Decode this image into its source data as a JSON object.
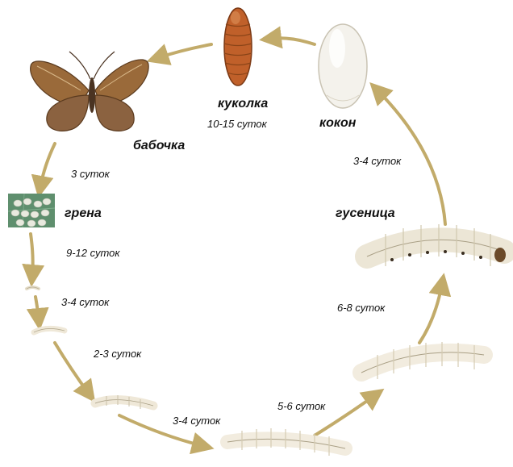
{
  "stages": {
    "pupa": "куколка",
    "cocoon": "кокон",
    "butterfly": "бабочка",
    "egg": "грена",
    "caterpillar": "гусеница"
  },
  "durations": {
    "pupa": "10-15 суток",
    "butterfly_to_egg": "3 суток",
    "egg_to_larva": "9-12 суток",
    "instar_1": "3-4 суток",
    "instar_2": "2-3 суток",
    "instar_3": "3-4 суток",
    "instar_4": "5-6 суток",
    "instar_5": "6-8 суток",
    "caterpillar_to_cocoon": "3-4 суток"
  },
  "colors": {
    "arrow": "#c2ab6a",
    "butterfly_wing": "#9a6a3a",
    "pupa": "#c0602a",
    "cocoon": "#f4f2ec",
    "egg_leaf": "#5f8f6e",
    "larva": "#efe8d8"
  },
  "icons": [
    "butterfly-icon",
    "pupa-icon",
    "cocoon-icon",
    "eggs-on-leaf-icon",
    "larva-icon"
  ]
}
